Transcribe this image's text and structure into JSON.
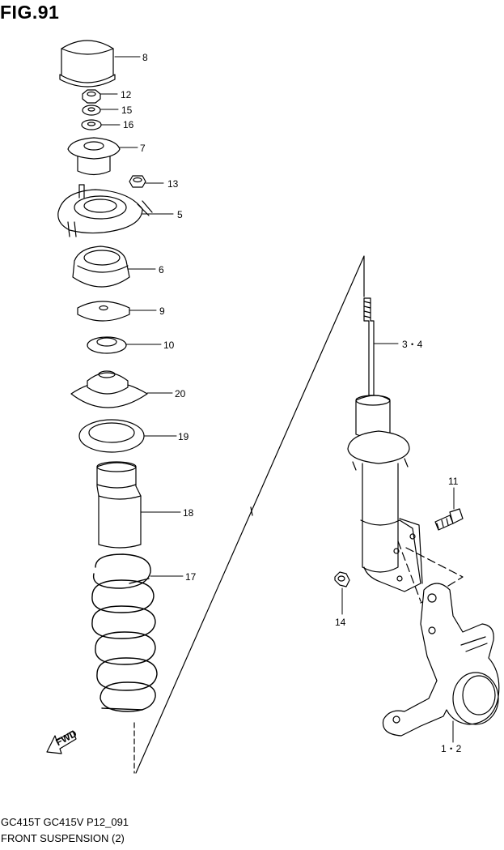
{
  "figure": {
    "title": "FIG.91"
  },
  "callouts": [
    {
      "id": "c8",
      "label": "8"
    },
    {
      "id": "c12",
      "label": "12"
    },
    {
      "id": "c15",
      "label": "15"
    },
    {
      "id": "c16",
      "label": "16"
    },
    {
      "id": "c7",
      "label": "7"
    },
    {
      "id": "c13",
      "label": "13"
    },
    {
      "id": "c5",
      "label": "5"
    },
    {
      "id": "c6",
      "label": "6"
    },
    {
      "id": "c9",
      "label": "9"
    },
    {
      "id": "c10",
      "label": "10"
    },
    {
      "id": "c20",
      "label": "20"
    },
    {
      "id": "c19",
      "label": "19"
    },
    {
      "id": "c18",
      "label": "18"
    },
    {
      "id": "c17",
      "label": "17"
    },
    {
      "id": "c34",
      "label": "3・4"
    },
    {
      "id": "c11",
      "label": "11"
    },
    {
      "id": "c14",
      "label": "14"
    },
    {
      "id": "c12b",
      "label": "1・2"
    }
  ],
  "fwd_label": "FWD",
  "footer": {
    "model_line": "GC415T GC415V P12_091",
    "section_line": "FRONT SUSPENSION (2)"
  }
}
